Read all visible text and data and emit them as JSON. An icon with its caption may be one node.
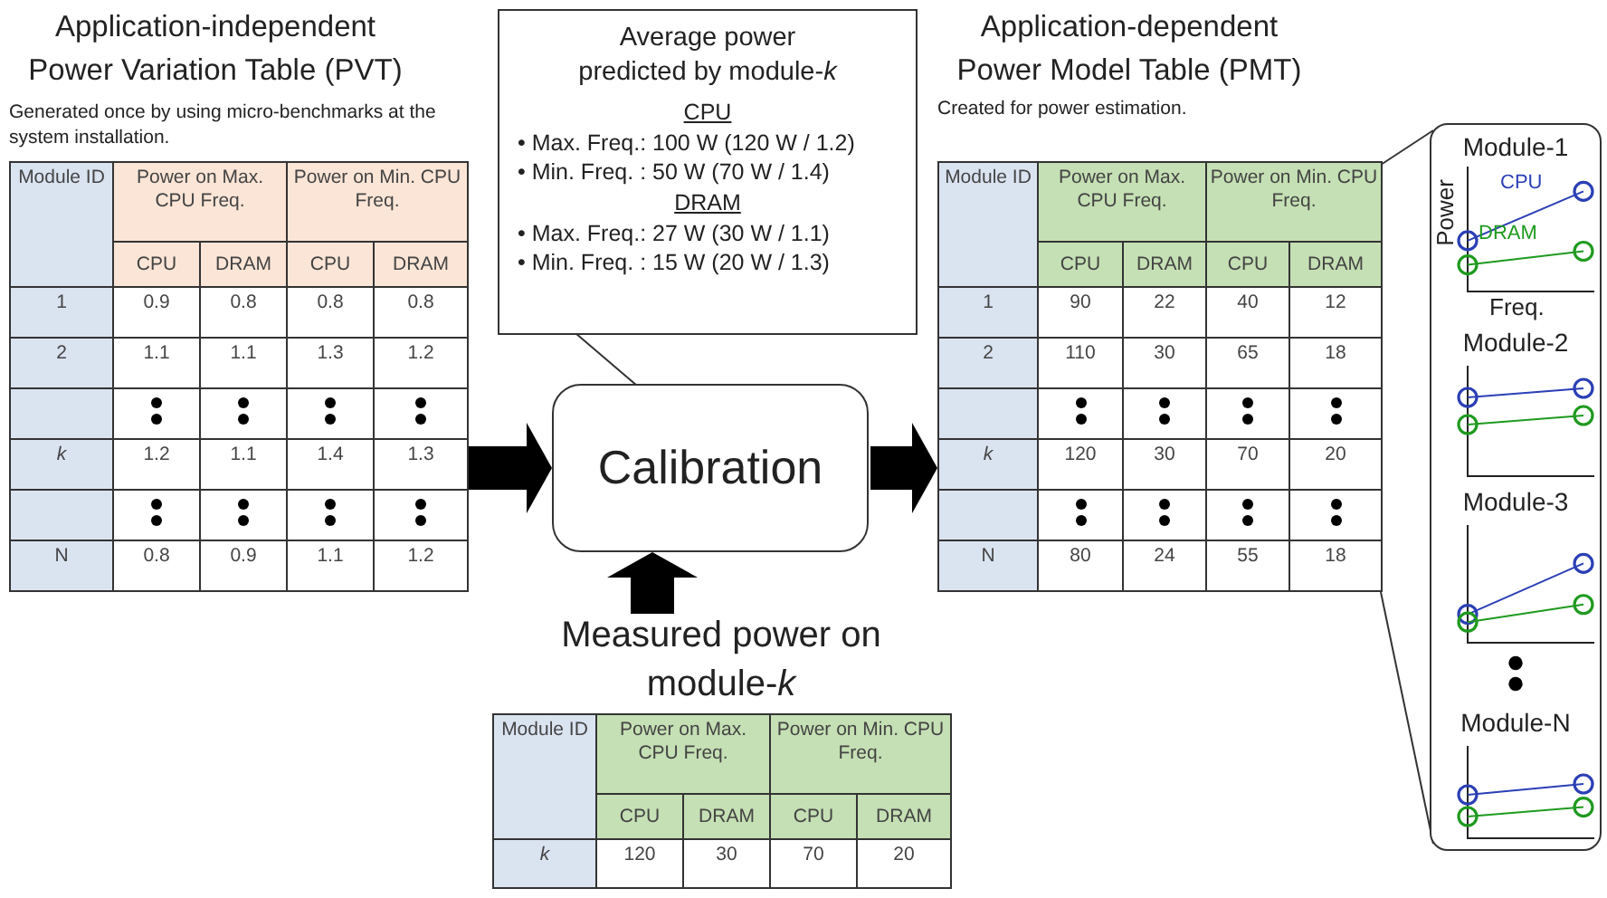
{
  "diagram": {
    "nodes": [
      {
        "text": [
          "Application-independent Power Variation Table (PVT)",
          "Generated once by using micro-benchmarks at the system installation.",
          "Module ID",
          "Power on Max. CPU Freq.",
          "Power on Min. CPU Freq.",
          "CPU",
          "DRAM",
          "CPU",
          "DRAM",
          "1",
          "0.9",
          "0.8",
          "0.8",
          "0.8",
          "2",
          "1.1",
          "1.1",
          "1.3",
          "1.2",
          "k",
          "1.2",
          "1.1",
          "1.4",
          "1.3",
          "N",
          "0.8",
          "0.9",
          "1.1",
          "1.2"
        ]
      },
      {
        "text": [
          "Average power predicted by module-*k*",
          "CPU",
          "• Max. Freq.: 100 W (120 W / 1.2)",
          "• Min. Freq. : 50 W (70 W / 1.4)",
          "DRAM",
          "• Max. Freq.: 27 W (30 W / 1.1)",
          "• Min. Freq. : 15 W (20 W / 1.3)"
        ]
      },
      {
        "text": [
          "Calibration"
        ]
      },
      {
        "text": [
          "Measured power on module-*k*",
          "Module ID",
          "Power on Max. CPU Freq.",
          "Power on Min. CPU Freq.",
          "CPU",
          "DRAM",
          "CPU",
          "DRAM",
          "k",
          "120",
          "30",
          "70",
          "20"
        ]
      },
      {
        "text": [
          "Application-dependent Power Model Table (PMT)",
          "Created for power estimation.",
          "Module ID",
          "Power on Max. CPU Freq.",
          "Power on Min. CPU Freq.",
          "CPU",
          "DRAM",
          "CPU",
          "DRAM",
          "1",
          "90",
          "22",
          "40",
          "12",
          "2",
          "110",
          "30",
          "65",
          "18",
          "k",
          "120",
          "30",
          "70",
          "20",
          "N",
          "80",
          "24",
          "55",
          "18"
        ]
      },
      {
        "text": [],
        "shape": "box"
      },
      {
        "text": [
          "Module-1",
          "CPU",
          "DRAM",
          "Power",
          "Freq."
        ],
        "in": 5
      },
      {
        "text": [
          "Module-2"
        ],
        "in": 5
      },
      {
        "text": [
          "Module-3"
        ],
        "in": 5
      },
      {
        "text": [
          "Module-N"
        ],
        "in": 5
      }
    ],
    "edges": [
      {
        "from": 0,
        "to": 2,
        "arrow": "to",
        "style": "thick"
      },
      {
        "from": 2,
        "to": 4,
        "arrow": "to",
        "style": "thick"
      },
      {
        "from": 3,
        "to": 2,
        "arrow": "to",
        "style": "thick"
      },
      {
        "from": 1,
        "to": 2,
        "arrow": "none"
      },
      {
        "from": 4,
        "to": 5,
        "arrow": "none"
      },
      {
        "from": 4,
        "to": 5,
        "arrow": "none"
      }
    ]
  }
}
